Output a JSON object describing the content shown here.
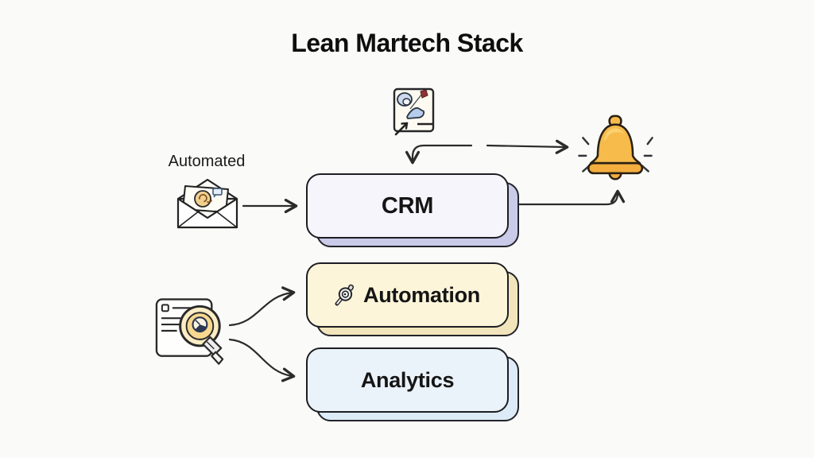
{
  "title": "Lean Martech Stack",
  "annotations": {
    "automated_label": "Automated"
  },
  "nodes": [
    {
      "id": "crm",
      "label": "CRM",
      "fill": "#f6f5fc",
      "shadow_fill": "#c9cbe9"
    },
    {
      "id": "automation",
      "label": "Automation",
      "fill": "#fcf5da",
      "shadow_fill": "#f2e5bb",
      "icon": "gear-magnifier-icon"
    },
    {
      "id": "analytics",
      "label": "Analytics",
      "fill": "#eaf2fa",
      "shadow_fill": "#dcebf7"
    }
  ],
  "icons": [
    {
      "name": "creative-asset-icon",
      "description": "sketched ad/creative card above CRM"
    },
    {
      "name": "notification-bell-icon",
      "description": "ringing bell",
      "color": "#f5b94b"
    },
    {
      "name": "automated-email-icon",
      "description": "open envelope with coin doodle and chat bubble"
    },
    {
      "name": "search-report-icon",
      "description": "web page with magnifying glass over a chart doodle"
    },
    {
      "name": "gear-magnifier-icon",
      "description": "small doodle inside Automation box"
    }
  ],
  "connectors": [
    {
      "from": "automated-email-icon",
      "to": "crm"
    },
    {
      "from": "creative-asset-icon",
      "to": "crm"
    },
    {
      "from": "creative-asset-icon",
      "to": "notification-bell-icon"
    },
    {
      "from": "crm",
      "to": "notification-bell-icon"
    },
    {
      "from": "search-report-icon",
      "to": "automation"
    },
    {
      "from": "search-report-icon",
      "to": "analytics"
    }
  ],
  "colors": {
    "background": "#fafaf8",
    "outline": "#1d1d22",
    "arrow": "#2b2b2b",
    "bell": "#f5b94b",
    "bell_rim": "#f3ae3e",
    "crm_fill": "#f6f5fc",
    "crm_shadow": "#c9cbe9",
    "automation_fill": "#fcf5da",
    "automation_shadow": "#f2e5bb",
    "analytics_fill": "#eaf2fa",
    "analytics_shadow": "#dcebf7"
  }
}
